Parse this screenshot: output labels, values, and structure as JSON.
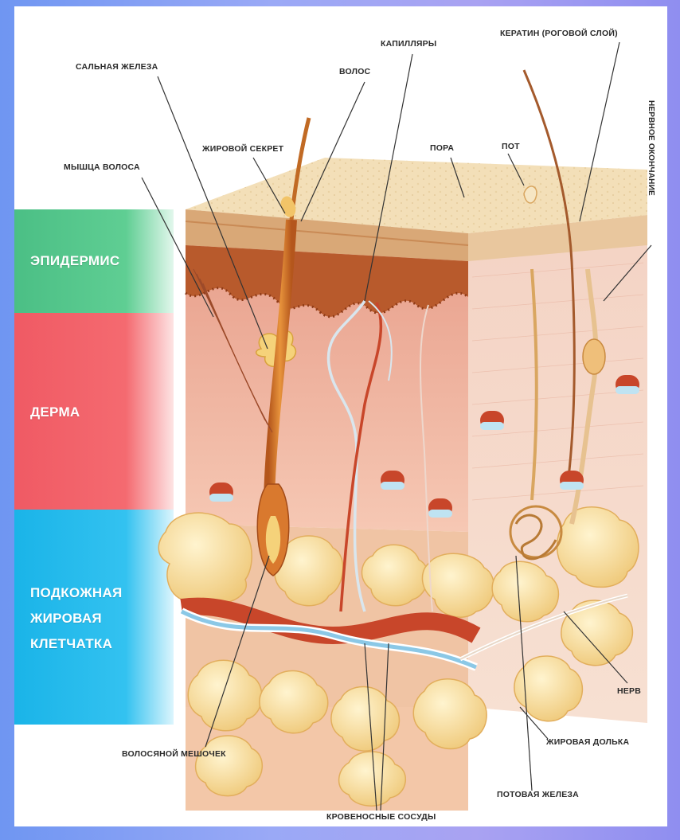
{
  "layers": {
    "epidermis": "ЭПИДЕРМИС",
    "dermis": "ДЕРМА",
    "hypodermis": [
      "ПОДКОЖНАЯ",
      "ЖИРОВАЯ",
      "КЛЕТЧАТКА"
    ]
  },
  "labels": {
    "sebaceous_gland": "САЛЬНАЯ ЖЕЛЕЗА",
    "hair_muscle": "МЫШЦА ВОЛОСА",
    "fat_secretion": "ЖИРОВОЙ СЕКРЕТ",
    "hair": "ВОЛОС",
    "capillaries": "КАПИЛЛЯРЫ",
    "pore": "ПОРА",
    "sweat": "ПОТ",
    "keratin": "КЕРАТИН (РОГОВОЙ СЛОЙ)",
    "nerve_ending": "НЕРВНОЕ ОКОНЧАНИЕ",
    "nerve": "НЕРВ",
    "fat_lobule": "ЖИРОВАЯ ДОЛЬКА",
    "sweat_gland": "ПОТОВАЯ ЖЕЛЕЗА",
    "hair_follicle": "ВОЛОСЯНОЙ МЕШОЧЕК",
    "blood_vessels": "КРОВЕНОСНЫЕ СОСУДЫ"
  },
  "colors": {
    "epidermis_band": "#4bbf85",
    "dermis_band": "#f05a64",
    "hypodermis_band": "#1ab4e8",
    "skin_top": "#f3dfb8",
    "dermis_tissue": "#f2b3a0",
    "fat": "#f6dfa0",
    "artery": "#c8462a",
    "vein": "#d9e6ee"
  }
}
